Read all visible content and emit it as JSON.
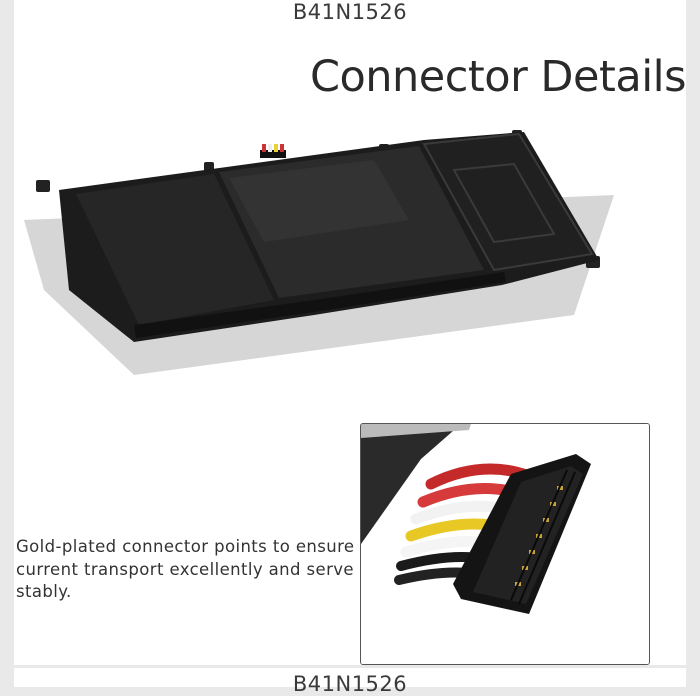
{
  "header": {
    "model": "B41N1526",
    "title": "Connector Details"
  },
  "caption": {
    "text": "Gold-plated connector points to ensure current transport excellently and serve stably."
  },
  "footer": {
    "model": "B41N1526"
  }
}
